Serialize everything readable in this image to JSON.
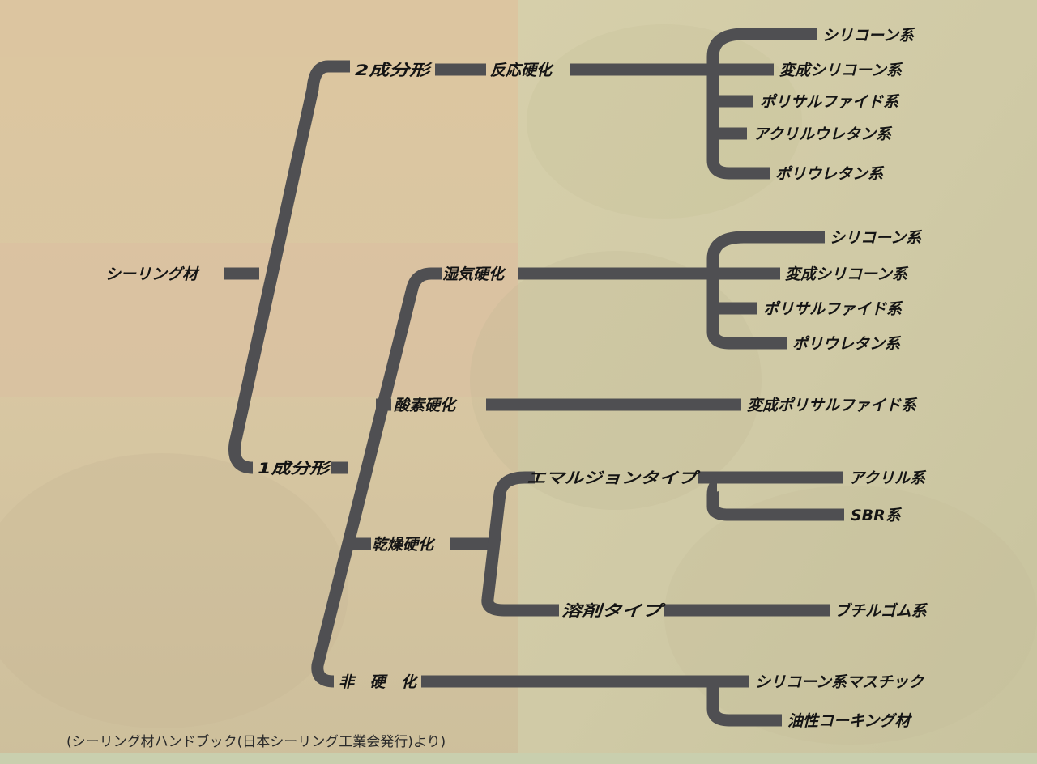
{
  "colors": {
    "bar": "#4f4f52",
    "text": "#141414",
    "background_left": "#d9c9a4",
    "background_right": "#cfc9a8"
  },
  "root": "シーリング材",
  "branches": {
    "two_component": "2成分形",
    "one_component": "1成分形"
  },
  "cure": {
    "reaction": "反応硬化",
    "moisture": "湿気硬化",
    "oxygen": "酸素硬化",
    "drying": "乾燥硬化",
    "non_curing": "非硬化"
  },
  "drying_types": {
    "emulsion": "エマルジョンタイプ",
    "solvent": "溶剤タイプ"
  },
  "leaves": {
    "reaction": [
      "シリコーン系",
      "変成シリコーン系",
      "ポリサルファイド系",
      "アクリルウレタン系",
      "ポリウレタン系"
    ],
    "moisture": [
      "シリコーン系",
      "変成シリコーン系",
      "ポリサルファイド系",
      "ポリウレタン系"
    ],
    "oxygen": "変成ポリサルファイド系",
    "emulsion": [
      "アクリル系",
      "SBR系"
    ],
    "solvent": "ブチルゴム系",
    "non_curing": [
      "シリコーン系マスチック",
      "油性コーキング材"
    ]
  },
  "caption": "(シーリング材ハンドブック(日本シーリング工業会発行)より)"
}
